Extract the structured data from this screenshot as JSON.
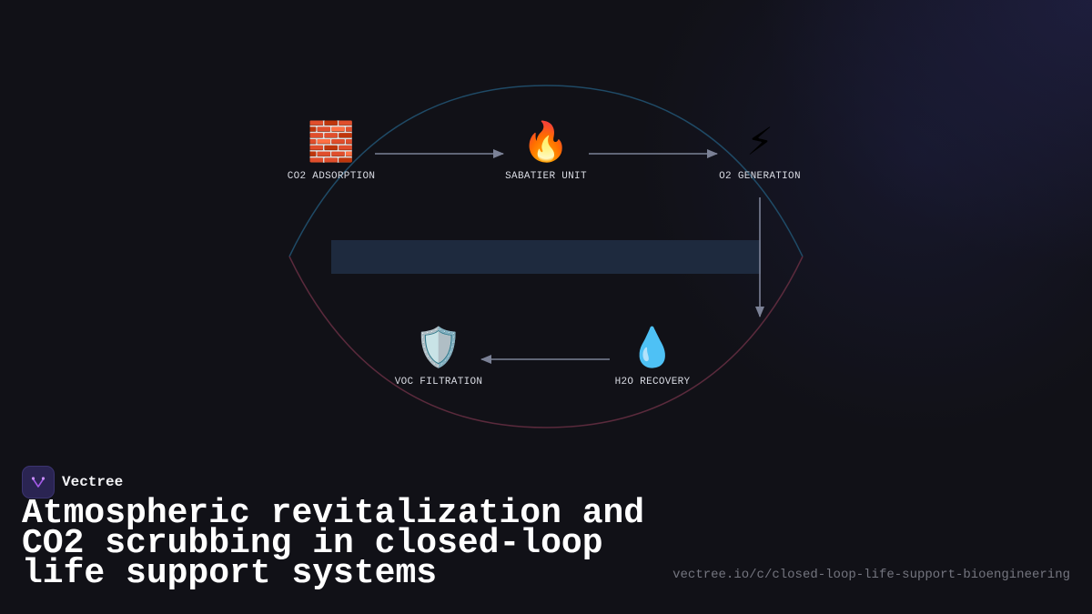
{
  "diagram": {
    "nodes": [
      {
        "id": "co2",
        "icon": "brick-icon",
        "glyph": "🧱",
        "label": "CO2 ADSORPTION"
      },
      {
        "id": "sabatier",
        "icon": "fire-icon",
        "glyph": "🔥",
        "label": "SABATIER UNIT"
      },
      {
        "id": "o2",
        "icon": "lightning-icon",
        "glyph": "⚡",
        "label": "O2 GENERATION"
      },
      {
        "id": "h2o",
        "icon": "water-drop-icon",
        "glyph": "💧",
        "label": "H2O RECOVERY"
      },
      {
        "id": "voc",
        "icon": "shield-icon",
        "glyph": "🛡️",
        "label": "VOC FILTRATION"
      }
    ],
    "edges": [
      {
        "from": "co2",
        "to": "sabatier"
      },
      {
        "from": "sabatier",
        "to": "o2"
      },
      {
        "from": "o2",
        "to": "h2o"
      },
      {
        "from": "h2o",
        "to": "voc"
      }
    ],
    "colors": {
      "arrow": "#7b8196",
      "loop_top": "#1f4a66",
      "loop_bottom": "#5a2a3c",
      "band": "#1e2a3e"
    }
  },
  "brand": {
    "name": "Vectree",
    "logo_icon": "vectree-logo-icon",
    "accent": "#a259e6"
  },
  "title": "Atmospheric revitalization and CO2 scrubbing in closed-loop life support systems",
  "url": "vectree.io/c/closed-loop-life-support-bioengineering"
}
